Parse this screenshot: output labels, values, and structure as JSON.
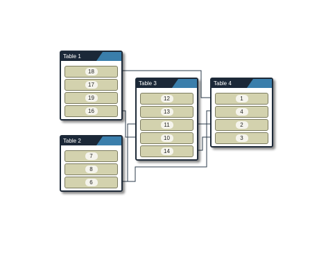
{
  "tables": [
    {
      "title": "Table 1",
      "rows": [
        "18",
        "17",
        "19",
        "16"
      ]
    },
    {
      "title": "Table 2",
      "rows": [
        "7",
        "8",
        "6"
      ]
    },
    {
      "title": "Table 3",
      "rows": [
        "12",
        "13",
        "11",
        "10",
        "14"
      ]
    },
    {
      "title": "Table 4",
      "rows": [
        "1",
        "4",
        "2",
        "3"
      ]
    }
  ],
  "connections": [
    {
      "from": "Table 1 · 18",
      "to": "Table 4 · 1"
    },
    {
      "from": "Table 1 · 16",
      "to": "Table 3 · 10"
    },
    {
      "from": "Table 2 · 6",
      "to": "Table 3 · 11"
    },
    {
      "from": "Table 3 · 11",
      "to": "Table 4 · 2"
    },
    {
      "from": "Table 3 · 14",
      "to": "Table 4 · 3"
    },
    {
      "from": "Table 2 · 6",
      "to": "Table 4 · 4"
    }
  ],
  "colors": {
    "header": "#1b2838",
    "header_accent": "#3a7eab",
    "row_fill": "#d3d2ae",
    "border": "#1e2a38",
    "connector": "#2a3a4a"
  }
}
